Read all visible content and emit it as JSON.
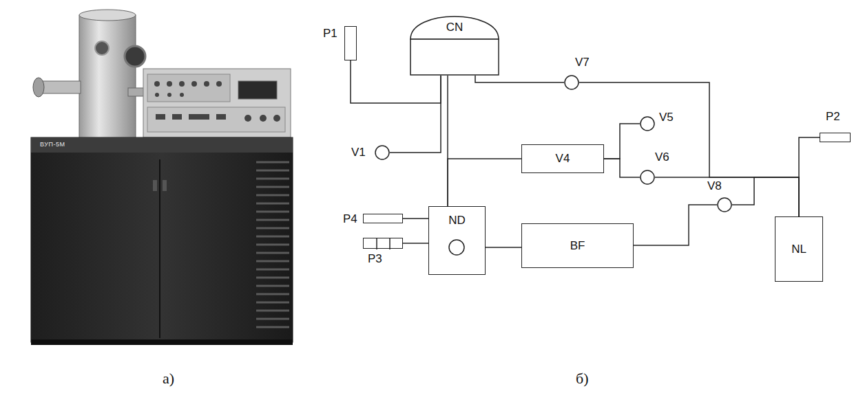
{
  "diagram": {
    "nodes": [
      {
        "text": [
          "CN"
        ]
      },
      {
        "text": [
          "P1"
        ]
      },
      {
        "text": [
          "V1"
        ]
      },
      {
        "text": [
          "V7"
        ]
      },
      {
        "text": [
          "V4"
        ]
      },
      {
        "text": [
          "V5"
        ]
      },
      {
        "text": [
          "V6"
        ]
      },
      {
        "text": [
          "ND"
        ]
      },
      {
        "text": [
          "P4"
        ]
      },
      {
        "text": [
          "P3"
        ]
      },
      {
        "text": [
          "BF"
        ]
      },
      {
        "text": [
          "V8"
        ]
      },
      {
        "text": [
          "NL"
        ]
      },
      {
        "text": [
          "P2"
        ]
      }
    ],
    "edges": [
      {
        "from": 0,
        "to": 7,
        "arrow": "none"
      },
      {
        "from": 1,
        "to": 0,
        "arrow": "none"
      },
      {
        "from": 2,
        "to": 0,
        "arrow": "none"
      },
      {
        "from": 0,
        "to": 3,
        "arrow": "none"
      },
      {
        "from": 7,
        "to": 4,
        "arrow": "none"
      },
      {
        "from": 4,
        "to": 5,
        "arrow": "none"
      },
      {
        "from": 4,
        "to": 6,
        "arrow": "none"
      },
      {
        "from": 3,
        "to": 12,
        "arrow": "none"
      },
      {
        "from": 6,
        "to": 12,
        "arrow": "none"
      },
      {
        "from": 8,
        "to": 7,
        "arrow": "none"
      },
      {
        "from": 9,
        "to": 7,
        "arrow": "none"
      },
      {
        "from": 7,
        "to": 10,
        "arrow": "none"
      },
      {
        "from": 10,
        "to": 11,
        "arrow": "none"
      },
      {
        "from": 11,
        "to": 12,
        "arrow": "none"
      },
      {
        "from": 12,
        "to": 13,
        "arrow": "none"
      }
    ],
    "labels": [
      "ВУП-5М",
      "а)",
      "б)"
    ]
  }
}
